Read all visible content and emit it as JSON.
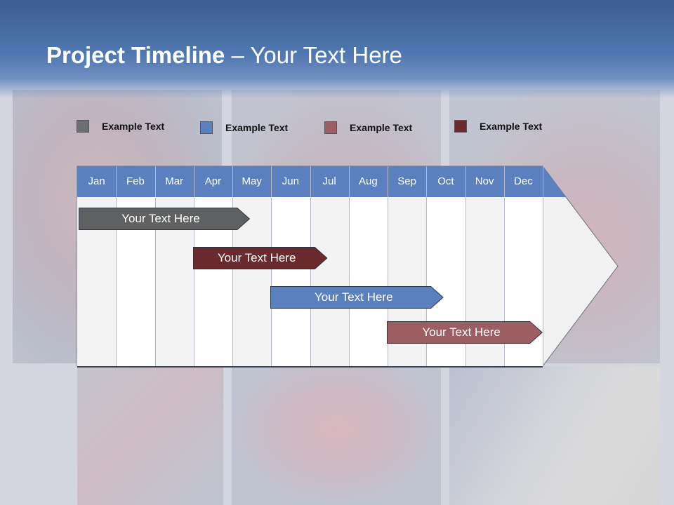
{
  "header": {
    "title_bold": "Project Timeline",
    "title_rest": " – Your Text Here"
  },
  "legend": [
    {
      "label": "Example Text",
      "color": "#6d6e70"
    },
    {
      "label": "Example Text",
      "color": "#5b80bf"
    },
    {
      "label": "Example Text",
      "color": "#9c5e63"
    },
    {
      "label": "Example Text",
      "color": "#6b2a2d"
    }
  ],
  "timeline": {
    "months": [
      "Jan",
      "Feb",
      "Mar",
      "Apr",
      "May",
      "Jun",
      "Jul",
      "Aug",
      "Sep",
      "Oct",
      "Nov",
      "Dec"
    ],
    "header_color": "#5b80bf",
    "tasks": [
      {
        "label": "Your  Text Here",
        "start_month": 1,
        "end_month": 4.45,
        "color": "#5f6062"
      },
      {
        "label": "Your  Text Here",
        "start_month": 3.95,
        "end_month": 6.45,
        "color": "#6b2a2d"
      },
      {
        "label": "Your  Text Here",
        "start_month": 5.95,
        "end_month": 9.45,
        "color": "#5b80bf"
      },
      {
        "label": "Your  Text Here",
        "start_month": 8.95,
        "end_month": 12.0,
        "color": "#9c5e63"
      }
    ]
  }
}
